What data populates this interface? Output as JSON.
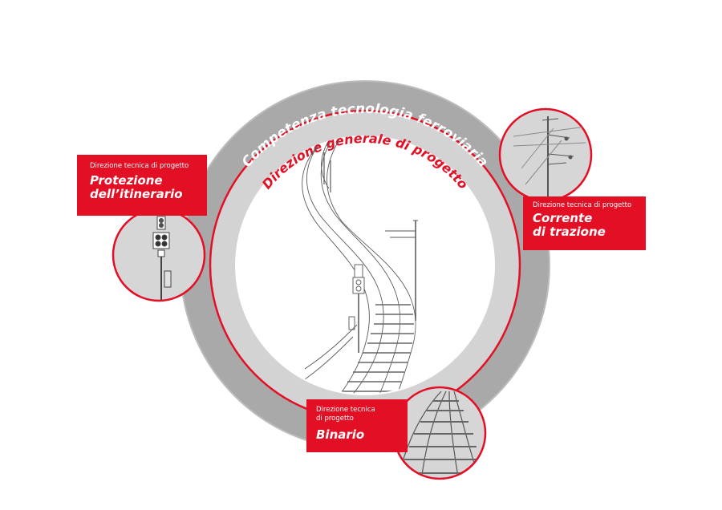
{
  "diagram": {
    "outer_ring_label": "Competenza tecnologia ferroviaria",
    "inner_ring_label": "Direzione generale di progetto",
    "colors": {
      "accent_red": "#e30f25",
      "ring_gray": "#a9a9a9",
      "inner_gray": "#d6d6d6",
      "line_gray": "#4d4d4d"
    },
    "nodes": [
      {
        "id": "protezione",
        "small_label": "Direzione tecnica di progetto",
        "big_label_line1": "Protezione",
        "big_label_line2": "dell’itinerario",
        "icon": "signal-icon"
      },
      {
        "id": "corrente",
        "small_label": "Direzione tecnica di progetto",
        "big_label_line1": "Corrente",
        "big_label_line2": "di trazione",
        "icon": "catenary-mast-icon"
      },
      {
        "id": "binario",
        "small_label_line1": "Direzione tecnica",
        "small_label_line2": "di progetto",
        "big_label": "Binario",
        "icon": "track-icon"
      }
    ]
  }
}
